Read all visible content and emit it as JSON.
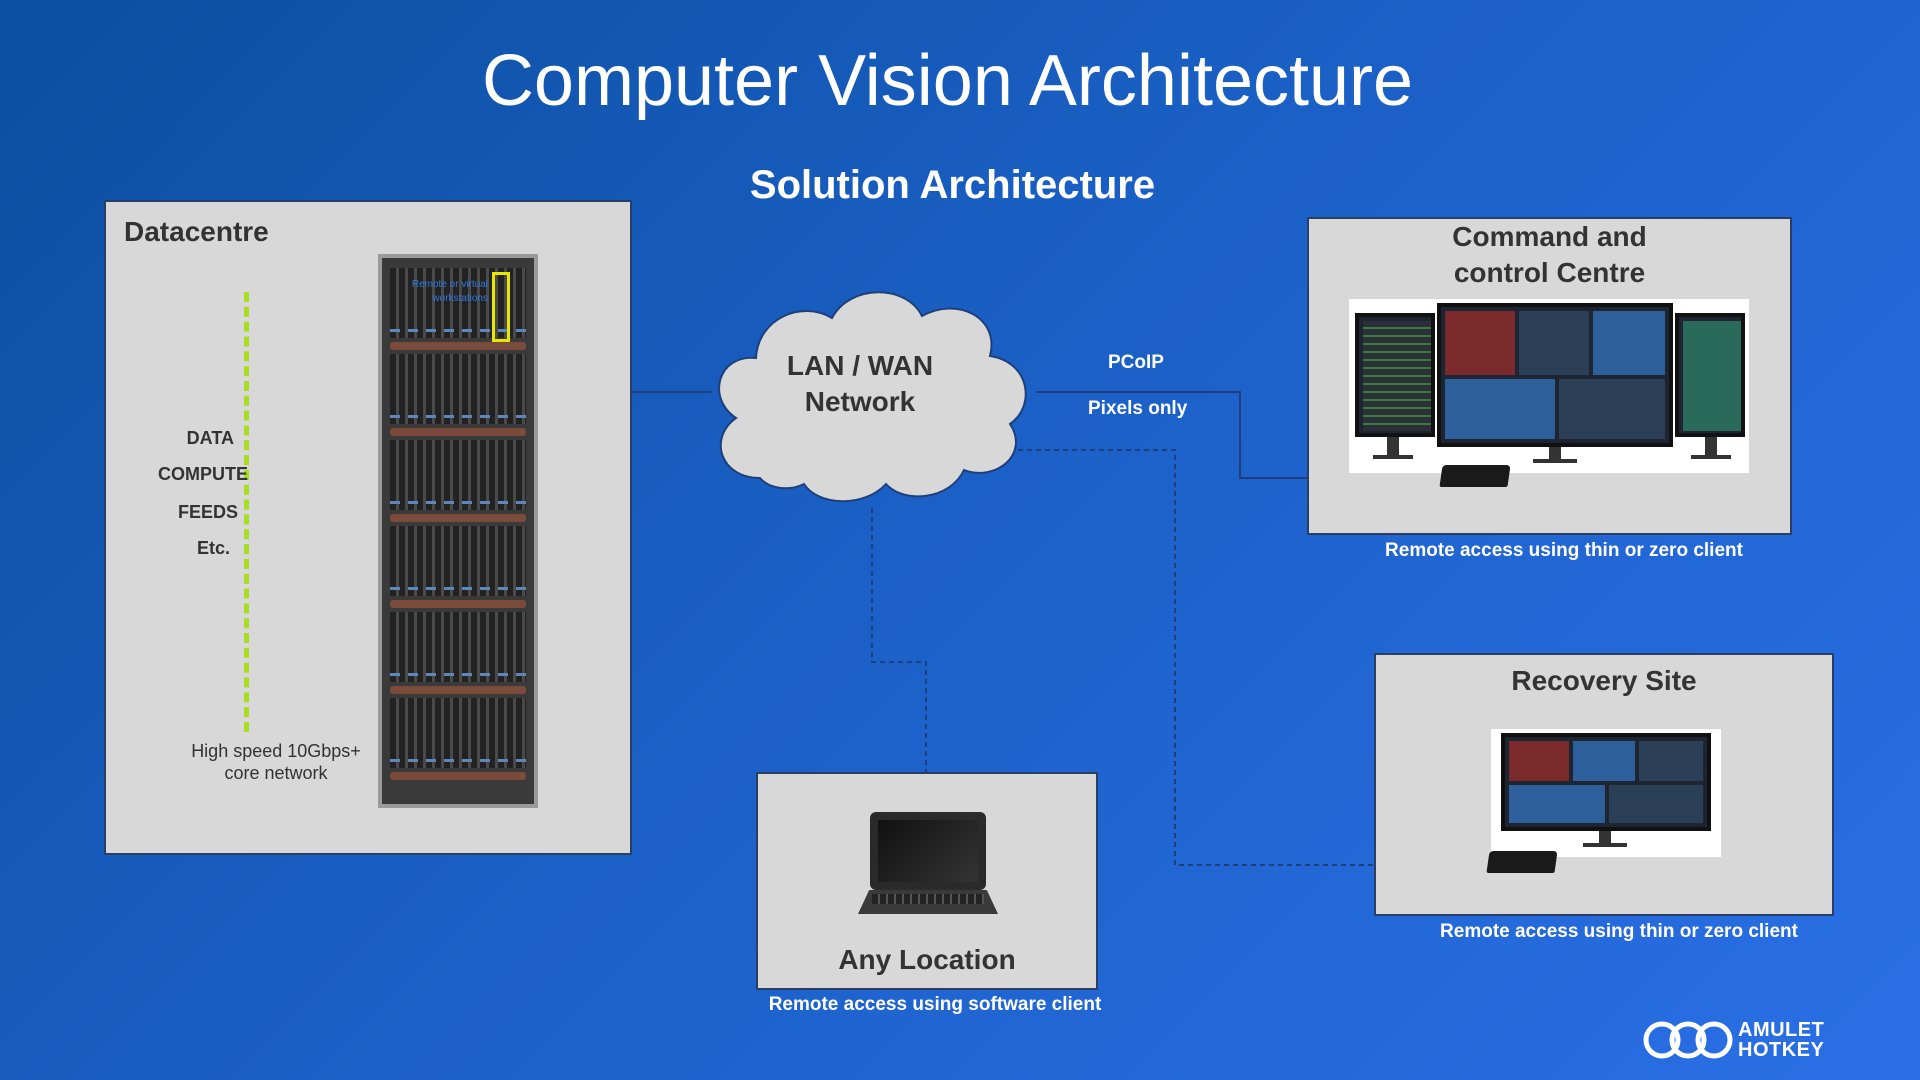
{
  "title": "Computer Vision Architecture",
  "subtitle": "Solution Architecture",
  "datacentre": {
    "title": "Datacentre",
    "labels": [
      "DATA",
      "COMPUTE",
      "FEEDS",
      "Etc."
    ],
    "rack_text": "Remote or virtual workstations",
    "note": "High speed 10Gbps+ core network"
  },
  "network": {
    "label_line1": "LAN / WAN",
    "label_line2": "Network",
    "pcoip": "PCoIP",
    "pixels": "Pixels only"
  },
  "command_centre": {
    "title_line1": "Command and",
    "title_line2": "control Centre",
    "caption": "Remote access using thin or zero client"
  },
  "recovery_site": {
    "title": "Recovery Site",
    "caption": "Remote access using thin or zero client"
  },
  "any_location": {
    "title": "Any Location",
    "caption": "Remote access using software client"
  },
  "logo": {
    "line1": "AMULET",
    "line2": "HOTKEY"
  },
  "colors": {
    "panel": "#d8d8d8",
    "accent_green": "#a9dd1f",
    "highlight_yellow": "#e6e600",
    "connector": "#1f3f7a"
  }
}
